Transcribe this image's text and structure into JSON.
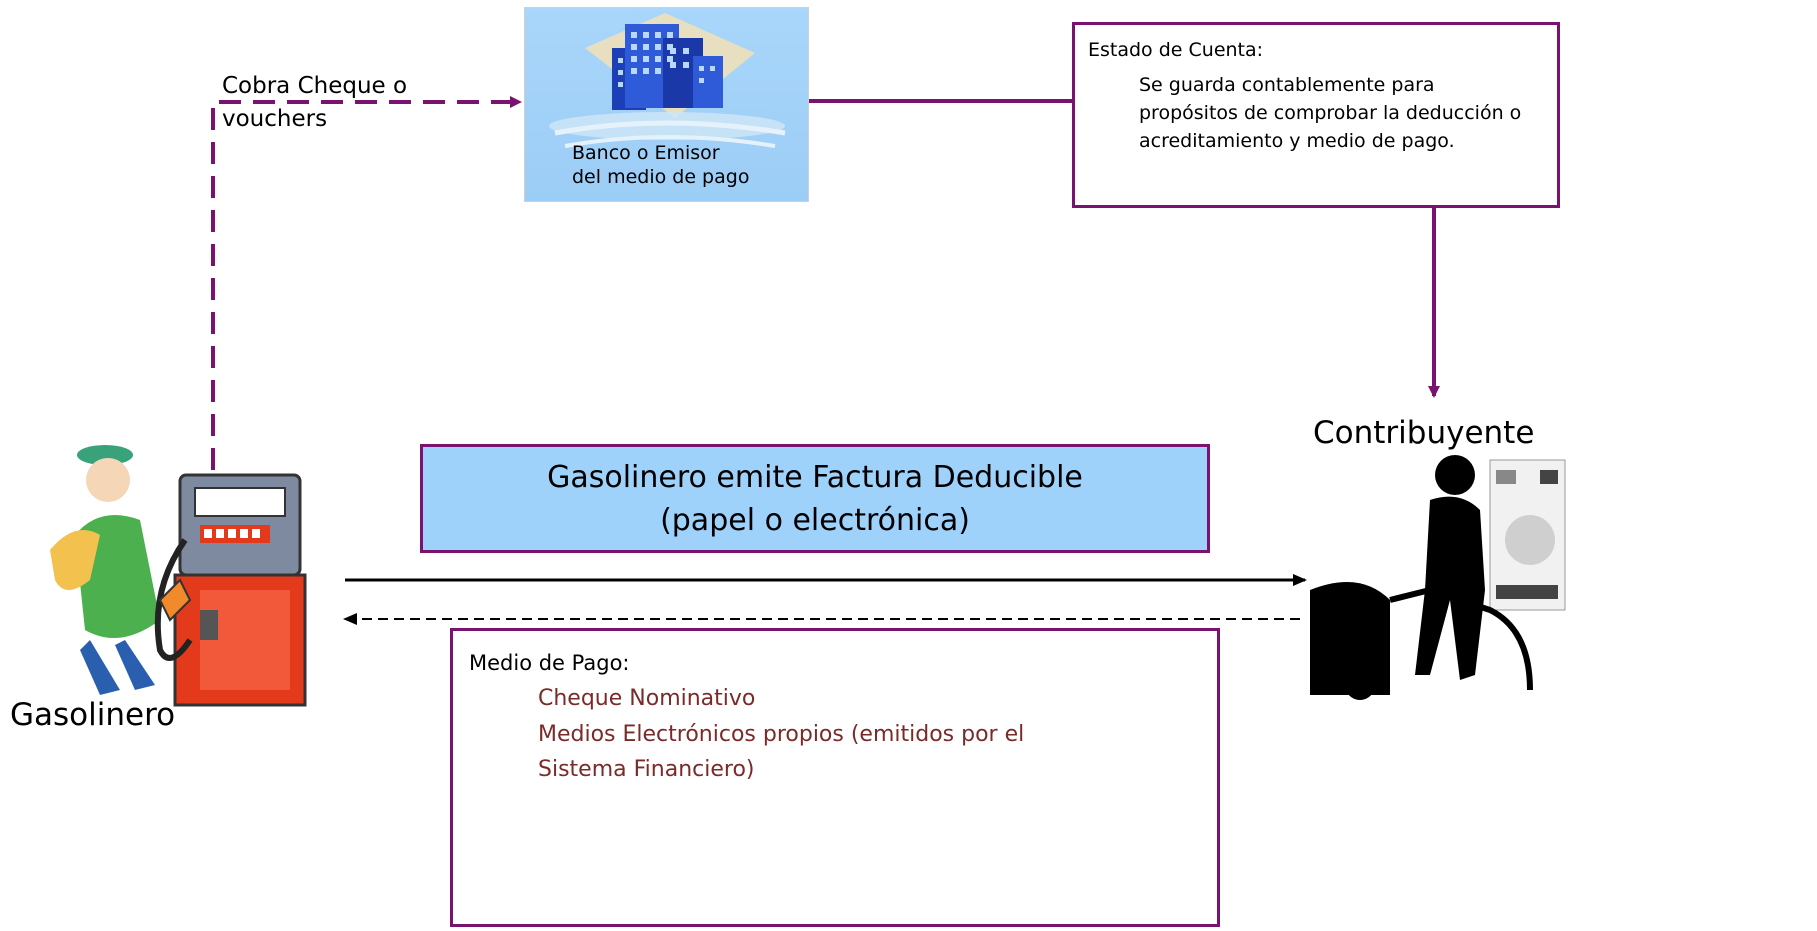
{
  "edge_label": {
    "cobra_line1": "Cobra Cheque o",
    "cobra_line2": "vouchers"
  },
  "bank": {
    "label_line1": "Banco o Emisor",
    "label_line2": "del medio de pago"
  },
  "estado": {
    "title": "Estado de Cuenta:",
    "body": "Se guarda contablemente para propósitos de comprobar la deducción o acreditamiento y medio de pago."
  },
  "factura": {
    "line1": "Gasolinero emite Factura Deducible",
    "line2": "(papel o electrónica)"
  },
  "pago": {
    "title": "Medio de Pago:",
    "items": [
      "Cheque Nominativo",
      "Medios Electrónicos propios (emitidos por el",
      "Sistema Financiero)"
    ]
  },
  "actors": {
    "left": "Gasolinero",
    "right": "Contribuyente"
  },
  "colors": {
    "connector": "#7a1270",
    "box_fill": "#9fd2fb",
    "accent_text": "#7b2a2a"
  }
}
